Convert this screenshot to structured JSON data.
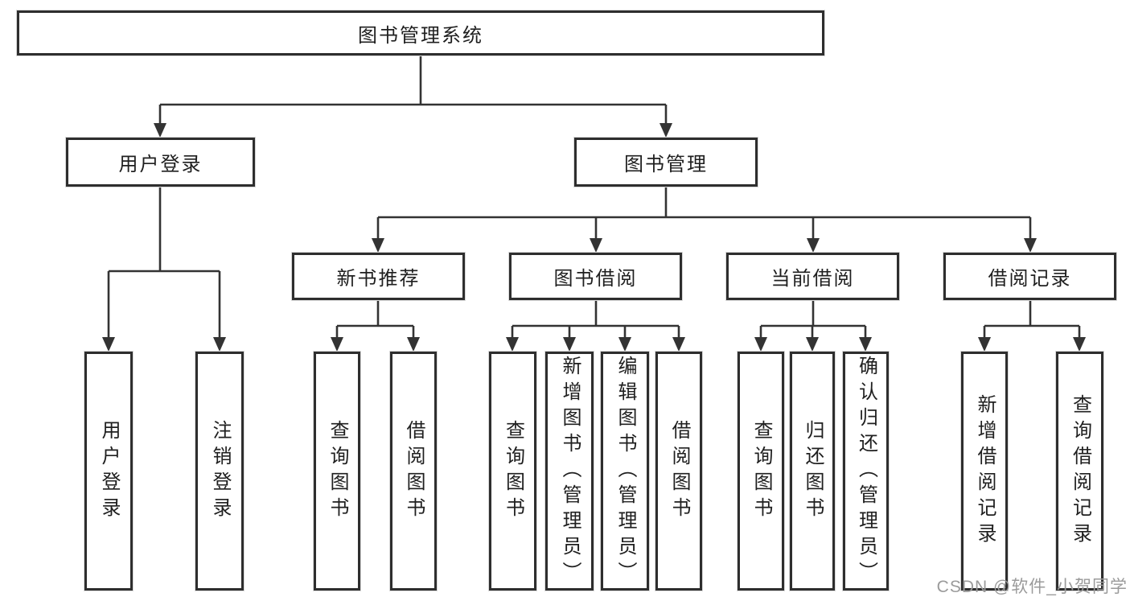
{
  "nodes": {
    "root": "图书管理系统",
    "user_login": "用户登录",
    "book_management": "图书管理",
    "new_book_recommend": "新书推荐",
    "book_borrow": "图书借阅",
    "current_borrow": "当前借阅",
    "borrow_record": "借阅记录",
    "leaf_user_login": "用户登录",
    "leaf_logout": "注销登录",
    "leaf_nbr_query": "查询图书",
    "leaf_nbr_borrow": "借阅图书",
    "leaf_bb_query": "查询图书",
    "leaf_bb_add": "新增图书（管理员）",
    "leaf_bb_edit": "编辑图书（管理员）",
    "leaf_bb_borrow": "借阅图书",
    "leaf_cb_query": "查询图书",
    "leaf_cb_return": "归还图书",
    "leaf_cb_confirm": "确认归还（管理员）",
    "leaf_br_add": "新增借阅记录",
    "leaf_br_query": "查询借阅记录"
  },
  "watermark": {
    "text": "CSDN @软件_小贺同学"
  },
  "colors": {
    "line": "#333333",
    "border": "#2e2e2e",
    "text": "#1f1f1f",
    "background": "#ffffff",
    "watermark": "#9b9b9b"
  }
}
